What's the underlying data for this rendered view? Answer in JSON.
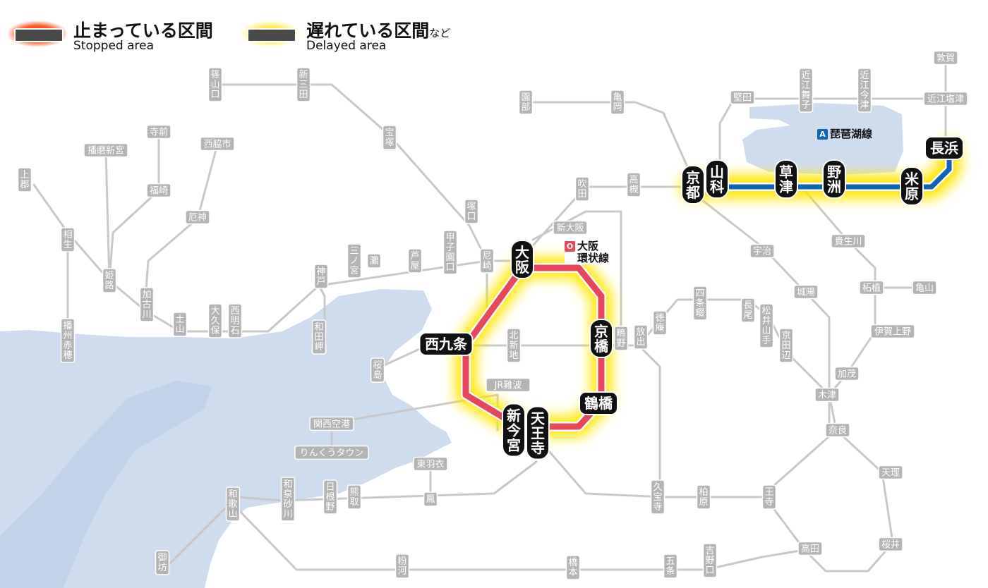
{
  "legend": {
    "stopped": {
      "title": "止まっている区間",
      "sub": "Stopped area"
    },
    "delayed": {
      "title": "遅れている区間",
      "suffix": "など",
      "sub": "Delayed area"
    }
  },
  "lines": {
    "loop": {
      "mark": "O",
      "name1": "大阪",
      "name2": "環状線"
    },
    "biwako": {
      "mark": "A",
      "name": "琵琶湖線"
    }
  },
  "colors": {
    "loop": "#e8465a",
    "biwako": "#1064b4",
    "network": "#c8c8c8",
    "sea": "#cfdcee",
    "stopped_glow": "#ff3300",
    "delayed_glow": "#ffe600",
    "main_station": "#111111",
    "minor_station": "#b4b4b4"
  },
  "stations_main": [
    {
      "id": "osaka",
      "name": "大阪",
      "dir": "v"
    },
    {
      "id": "kyobashi",
      "name": "京橋",
      "dir": "v"
    },
    {
      "id": "tsuruhashi",
      "name": "鶴橋",
      "dir": "h"
    },
    {
      "id": "tennoji",
      "name": "天王寺",
      "dir": "v"
    },
    {
      "id": "shinimamiya",
      "name": "新今宮",
      "dir": "v"
    },
    {
      "id": "nishikujo",
      "name": "西九条",
      "dir": "h"
    },
    {
      "id": "kyoto",
      "name": "京都",
      "dir": "v"
    },
    {
      "id": "yamashina",
      "name": "山科",
      "dir": "v"
    },
    {
      "id": "kusatsu",
      "name": "草津",
      "dir": "v"
    },
    {
      "id": "yasu",
      "name": "野洲",
      "dir": "v"
    },
    {
      "id": "maibara",
      "name": "米原",
      "dir": "v"
    },
    {
      "id": "nagahama",
      "name": "長浜",
      "dir": "h"
    }
  ],
  "stations_minor": [
    {
      "id": "sasayamaguchi",
      "name": "篠山口",
      "dir": "v"
    },
    {
      "id": "shinsanda",
      "name": "新三田",
      "dir": "v"
    },
    {
      "id": "takarazuka",
      "name": "宝塚",
      "dir": "v"
    },
    {
      "id": "tsukaguchi",
      "name": "塚口",
      "dir": "v"
    },
    {
      "id": "amagasaki",
      "name": "尼崎",
      "dir": "v"
    },
    {
      "id": "koshienguchi",
      "name": "甲子園口",
      "dir": "v"
    },
    {
      "id": "ashiya",
      "name": "芦屋",
      "dir": "v"
    },
    {
      "id": "nada",
      "name": "灘",
      "dir": "v"
    },
    {
      "id": "sannomiya",
      "name": "三ノ宮",
      "dir": "v"
    },
    {
      "id": "kobe",
      "name": "神戸",
      "dir": "v"
    },
    {
      "id": "wadamisaki",
      "name": "和田岬",
      "dir": "v"
    },
    {
      "id": "nishiakashi",
      "name": "西明石",
      "dir": "v"
    },
    {
      "id": "okubo",
      "name": "大久保",
      "dir": "v"
    },
    {
      "id": "dosan",
      "name": "土山",
      "dir": "v"
    },
    {
      "id": "kakogawa",
      "name": "加古川",
      "dir": "v"
    },
    {
      "id": "yakujin",
      "name": "厄神",
      "dir": "h"
    },
    {
      "id": "nishiwakishi",
      "name": "西脇市",
      "dir": "h"
    },
    {
      "id": "teramae",
      "name": "寺前",
      "dir": "h"
    },
    {
      "id": "fukusaki",
      "name": "福崎",
      "dir": "h"
    },
    {
      "id": "harimashingu",
      "name": "播磨新宮",
      "dir": "h"
    },
    {
      "id": "himeji",
      "name": "姫路",
      "dir": "v"
    },
    {
      "id": "kamigori",
      "name": "上郡",
      "dir": "v"
    },
    {
      "id": "aioi",
      "name": "相生",
      "dir": "v"
    },
    {
      "id": "banshuako",
      "name": "播州赤穂",
      "dir": "v"
    },
    {
      "id": "sonobe",
      "name": "園部",
      "dir": "v"
    },
    {
      "id": "kameoka",
      "name": "亀岡",
      "dir": "v"
    },
    {
      "id": "suita",
      "name": "吹田",
      "dir": "v"
    },
    {
      "id": "takatsuki",
      "name": "高槻",
      "dir": "v"
    },
    {
      "id": "shinosaka",
      "name": "新大阪",
      "dir": "h"
    },
    {
      "id": "kitashinchi",
      "name": "北新地",
      "dir": "v"
    },
    {
      "id": "jrnamba",
      "name": "JR難波",
      "dir": "h"
    },
    {
      "id": "sakurajima",
      "name": "桜島",
      "dir": "v"
    },
    {
      "id": "katamachi",
      "name": "鴫野",
      "dir": "v"
    },
    {
      "id": "hanaten",
      "name": "放出",
      "dir": "v"
    },
    {
      "id": "shijonawate",
      "name": "四条畷",
      "dir": "v"
    },
    {
      "id": "tokuan",
      "name": "徳庵",
      "dir": "v"
    },
    {
      "id": "nagao",
      "name": "長尾",
      "dir": "v"
    },
    {
      "id": "matsuiyamate",
      "name": "松井山手",
      "dir": "v"
    },
    {
      "id": "kyotanabe",
      "name": "京田辺",
      "dir": "v"
    },
    {
      "id": "katata",
      "name": "堅田",
      "dir": "h"
    },
    {
      "id": "omimaiko",
      "name": "近江舞子",
      "dir": "v"
    },
    {
      "id": "omiimazu",
      "name": "近江今津",
      "dir": "v"
    },
    {
      "id": "tsuruga",
      "name": "敦賀",
      "dir": "h"
    },
    {
      "id": "omishiotsu",
      "name": "近江塩津",
      "dir": "h"
    },
    {
      "id": "uji",
      "name": "宇治",
      "dir": "h"
    },
    {
      "id": "joyo",
      "name": "城陽",
      "dir": "h"
    },
    {
      "id": "kibukawa",
      "name": "貴生川",
      "dir": "h"
    },
    {
      "id": "tsuge",
      "name": "柘植",
      "dir": "h"
    },
    {
      "id": "kameyama",
      "name": "亀山",
      "dir": "h"
    },
    {
      "id": "igaueno",
      "name": "伊賀上野",
      "dir": "h"
    },
    {
      "id": "kamo",
      "name": "加茂",
      "dir": "h"
    },
    {
      "id": "kizu",
      "name": "木津",
      "dir": "h"
    },
    {
      "id": "nara",
      "name": "奈良",
      "dir": "h"
    },
    {
      "id": "tenri",
      "name": "天理",
      "dir": "h"
    },
    {
      "id": "sakurai",
      "name": "桜井",
      "dir": "h"
    },
    {
      "id": "oji",
      "name": "王寺",
      "dir": "v"
    },
    {
      "id": "takada",
      "name": "高田",
      "dir": "h"
    },
    {
      "id": "kashiwara",
      "name": "柏原",
      "dir": "v"
    },
    {
      "id": "kyuhoji",
      "name": "久宝寺",
      "dir": "v"
    },
    {
      "id": "otori",
      "name": "鳳",
      "dir": "v"
    },
    {
      "id": "higashihagoromo",
      "name": "東羽衣",
      "dir": "h"
    },
    {
      "id": "kumatori",
      "name": "熊取",
      "dir": "v"
    },
    {
      "id": "hineno",
      "name": "日根野",
      "dir": "v"
    },
    {
      "id": "rinku",
      "name": "りんくうタウン",
      "dir": "h"
    },
    {
      "id": "kankuu",
      "name": "関西空港",
      "dir": "h"
    },
    {
      "id": "izumisunagawa",
      "name": "和泉砂川",
      "dir": "v"
    },
    {
      "id": "wakayama",
      "name": "和歌山",
      "dir": "v"
    },
    {
      "id": "gobo",
      "name": "御坊",
      "dir": "v"
    },
    {
      "id": "kokawa",
      "name": "粉河",
      "dir": "v"
    },
    {
      "id": "hashimoto",
      "name": "橋本",
      "dir": "v"
    },
    {
      "id": "gojo",
      "name": "五条",
      "dir": "v"
    },
    {
      "id": "yoshinoguchi",
      "name": "吉野口",
      "dir": "v"
    }
  ]
}
